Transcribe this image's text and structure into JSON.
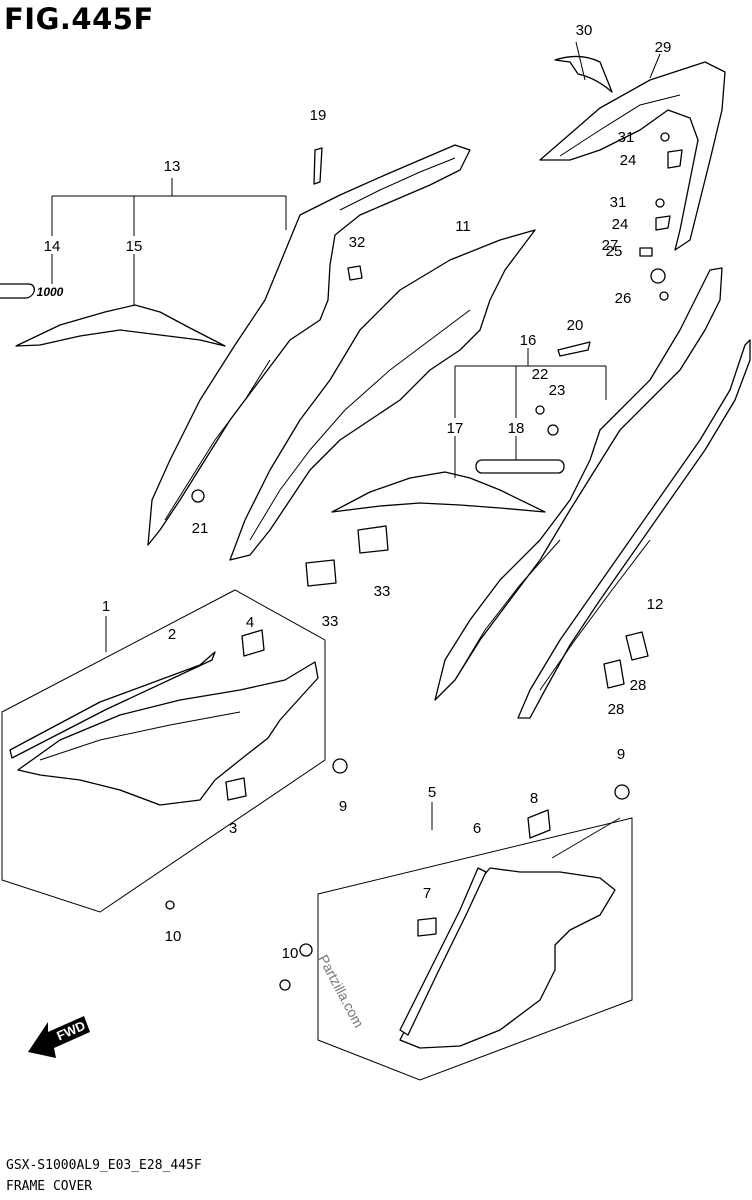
{
  "figure": {
    "title": "FIG.445F",
    "model_code": "GSX-S1000AL9_E03_E28_445F",
    "caption": "FRAME COVER",
    "watermark": "Partzilla.com",
    "fwd_label": "FWD"
  },
  "callouts": [
    "1",
    "2",
    "3",
    "4",
    "5",
    "6",
    "7",
    "8",
    "9",
    "9",
    "10",
    "10",
    "11",
    "12",
    "13",
    "14",
    "15",
    "16",
    "17",
    "18",
    "19",
    "20",
    "21",
    "22",
    "23",
    "24",
    "24",
    "25",
    "26",
    "27",
    "28",
    "28",
    "29",
    "30",
    "31",
    "31",
    "32",
    "33",
    "33"
  ],
  "decal_text": "1000"
}
